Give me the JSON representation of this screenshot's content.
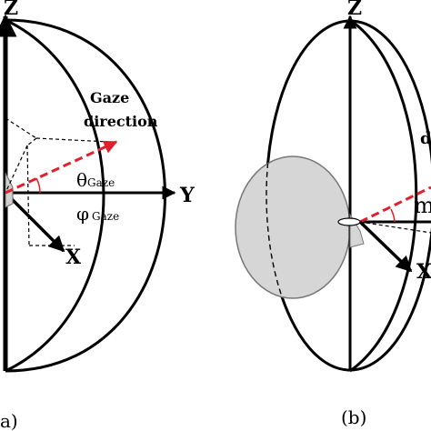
{
  "colors": {
    "ink": "#000000",
    "gaze_arrow": "#e0202c",
    "head_fill": "#d6d6d6",
    "head_stroke": "#777777",
    "background": "#ffffff"
  },
  "panel_a": {
    "axis_z": "Z",
    "axis_y": "Y",
    "axis_x": "X",
    "gaze_label_line1": "Gaze",
    "gaze_label_line2": "direction",
    "theta_symbol": "θ",
    "theta_subscript": "Gaze",
    "phi_symbol": "φ",
    "phi_subscript": "Gaze",
    "caption": "a)"
  },
  "panel_b": {
    "axis_z": "Z",
    "axis_x": "X",
    "gaze_label_partial": "d",
    "theta_partial": "m",
    "caption": "(b)"
  }
}
